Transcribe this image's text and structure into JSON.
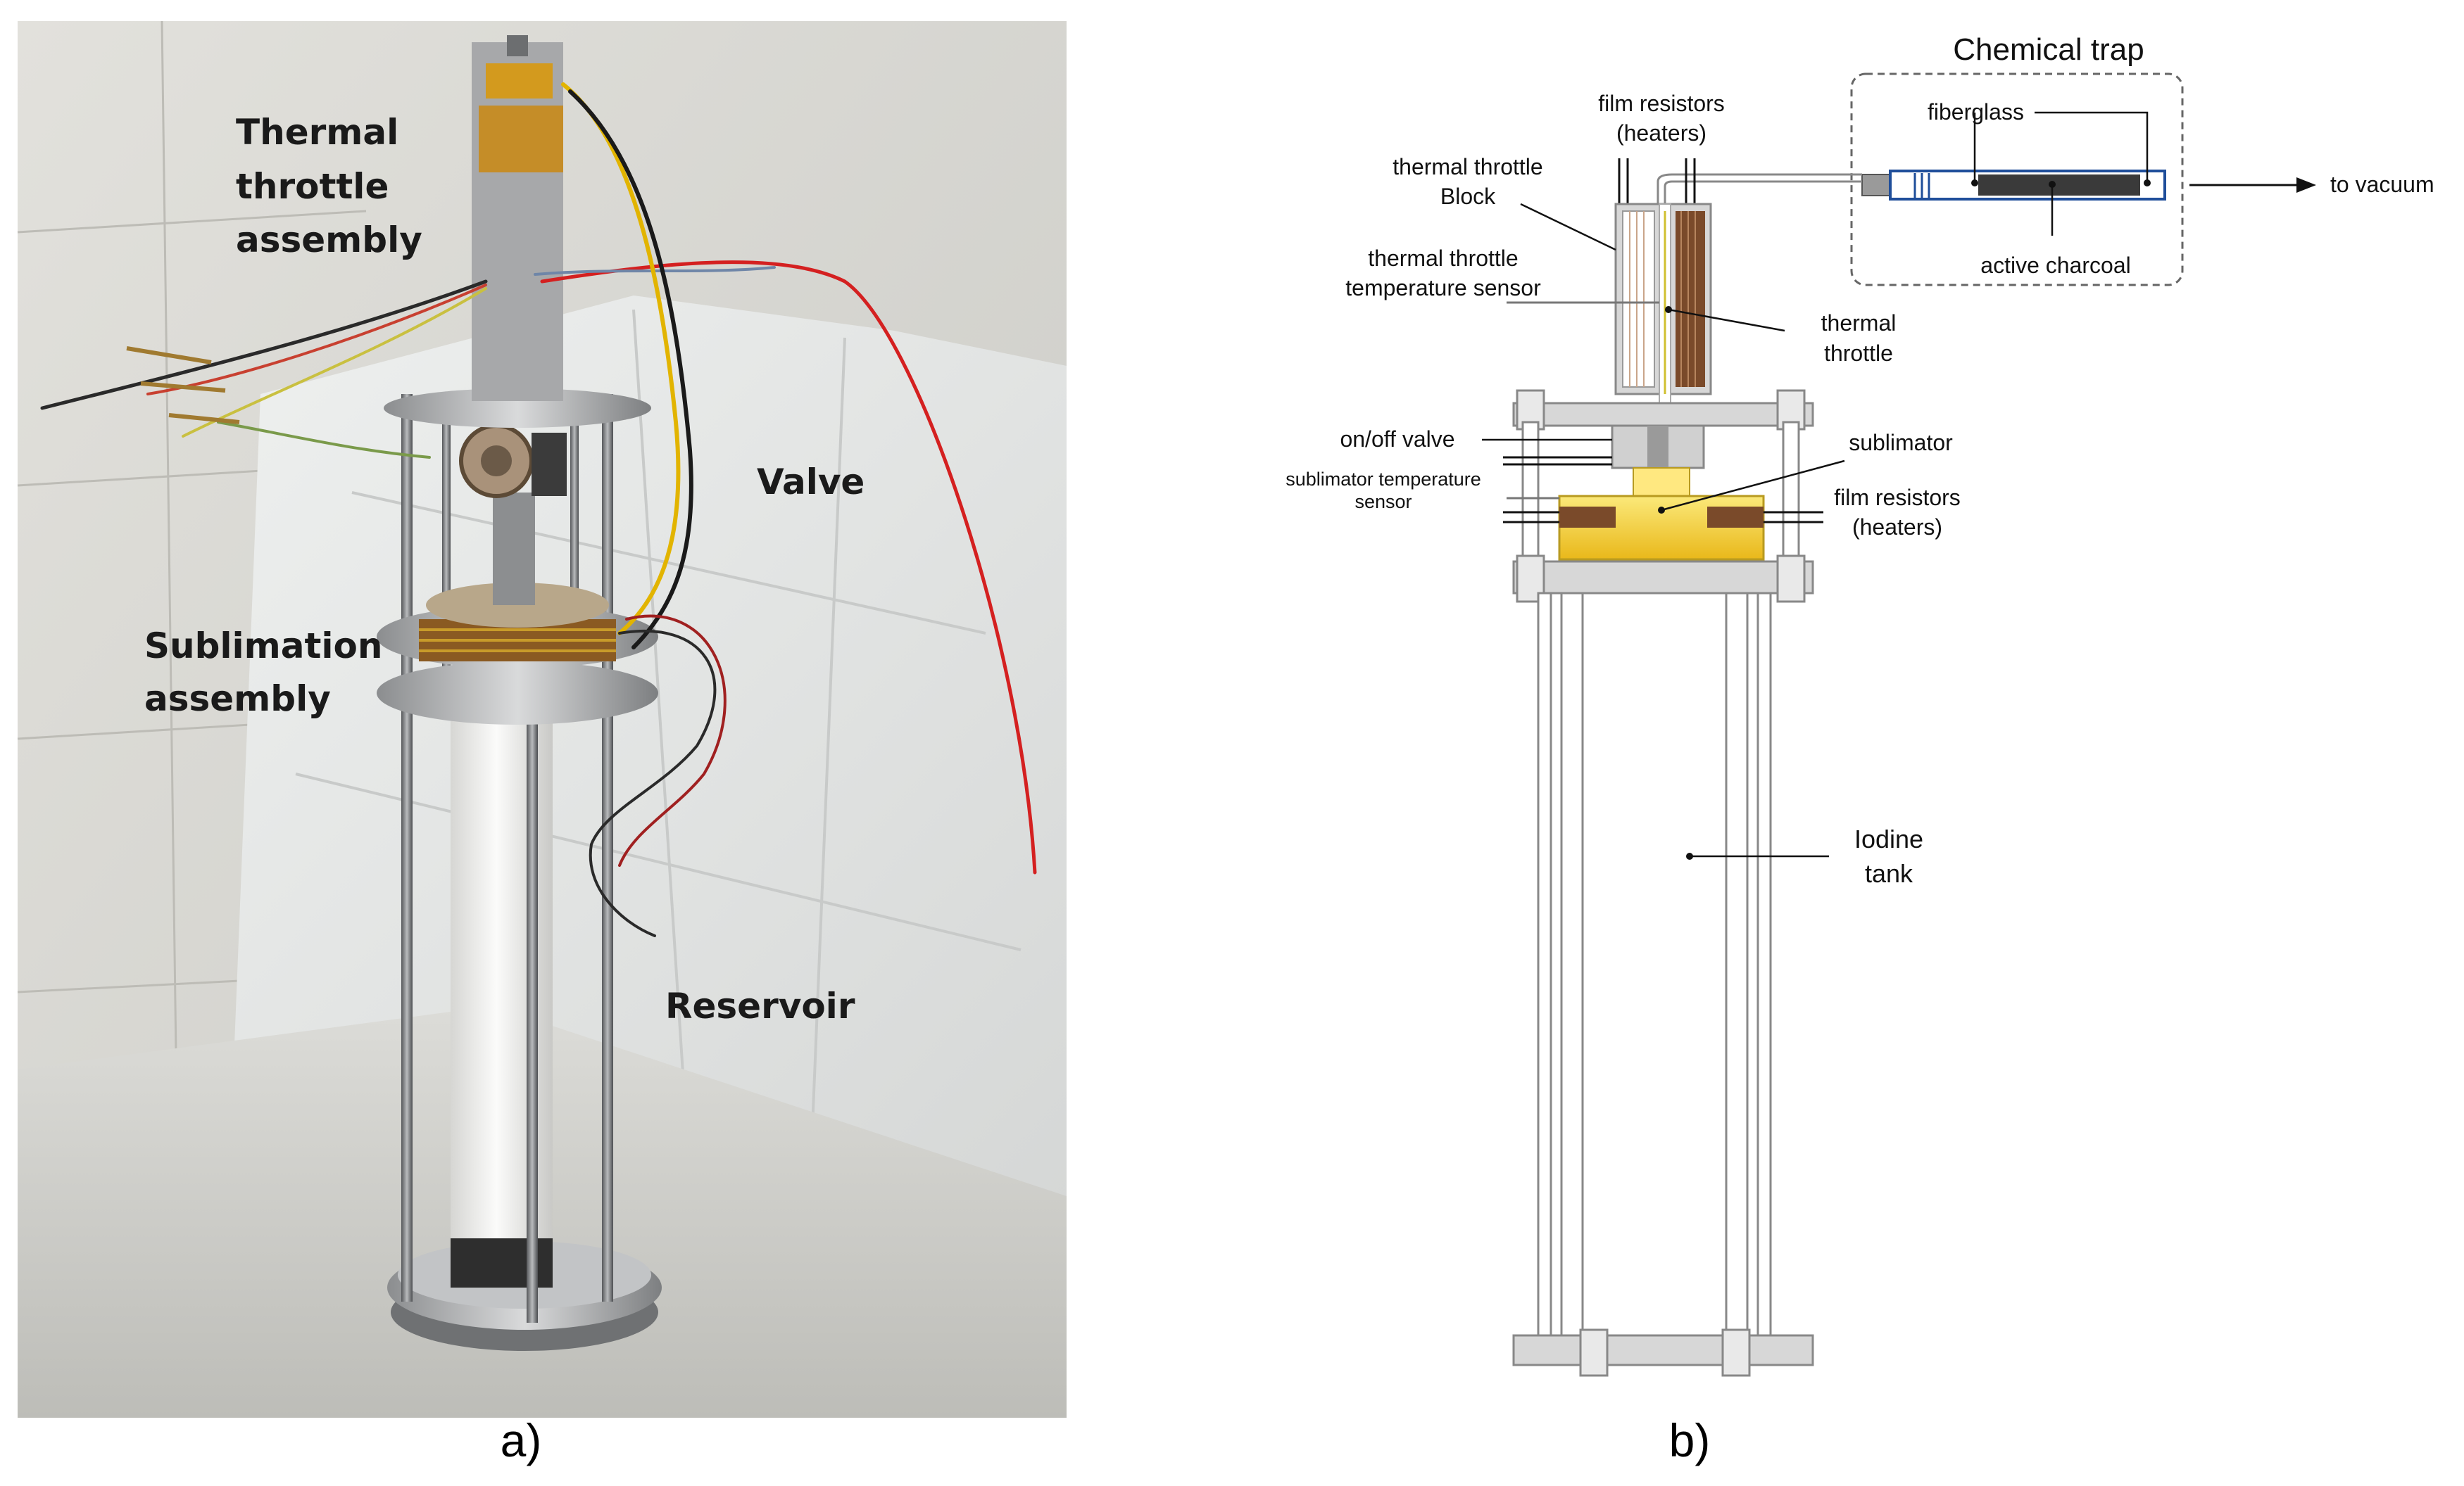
{
  "panel_a": {
    "caption": "a)",
    "labels": {
      "thermal_throttle": [
        "Thermal",
        "throttle",
        "assembly"
      ],
      "valve": "Valve",
      "sublimation": [
        "Sublimation",
        "assembly"
      ],
      "reservoir": "Reservoir"
    },
    "colors": {
      "wall": "#d8d8d2",
      "tarp": "#e6e8e6",
      "rod": "#7a7a78",
      "tube": "#f4f4f2",
      "heater": "#c89b2a",
      "wire_red": "#d42020"
    }
  },
  "panel_b": {
    "caption": "b)",
    "chemical_trap": {
      "title": "Chemical trap",
      "fiberglass": "fiberglass",
      "active_charcoal": "active charcoal"
    },
    "to_vacuum": "to vacuum",
    "film_resistors_top": [
      "film resistors",
      "(heaters)"
    ],
    "thermal_throttle_block": [
      "thermal throttle",
      "Block"
    ],
    "thermal_throttle_sensor": [
      "thermal throttle",
      "temperature sensor"
    ],
    "thermal_throttle": [
      "thermal",
      "throttle"
    ],
    "onoff_valve": "on/off valve",
    "sublimator": "sublimator",
    "sublimator_sensor": [
      "sublimator temperature",
      "sensor"
    ],
    "film_resistors_bottom": [
      "film resistors",
      "(heaters)"
    ],
    "iodine_tank": [
      "Iodine",
      "tank"
    ],
    "colors": {
      "sublimator_yellow": "#f3d21a",
      "resistor_brown": "#7a4a2a",
      "frame_gray": "#d7d7d7",
      "charcoal": "#3a3a3a"
    }
  }
}
